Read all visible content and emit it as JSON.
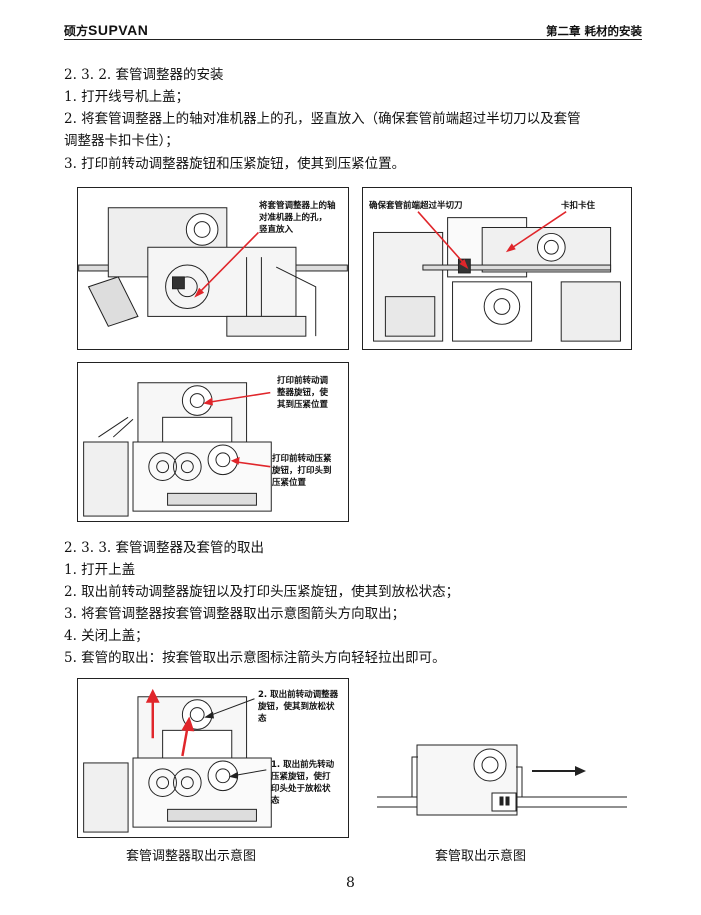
{
  "header": {
    "brand_cn": "硕方",
    "brand_latin": "SUPVAN",
    "chapter": "第二章  耗材的安装"
  },
  "section_232": {
    "title": "2. 3. 2.  套管调整器的安装",
    "step1": "1. 打开线号机上盖；",
    "step2_line1": "2. 将套管调整器上的轴对准机器上的孔，竖直放入（确保套管前端超过半切刀以及套管",
    "step2_line2": "调整器卡扣卡住）；",
    "step3": "3. 打印前转动调整器旋钮和压紧旋钮，使其到压紧位置。"
  },
  "figures": {
    "fig1_ann1_line1": "将套管调整器上的轴",
    "fig1_ann1_line2": "对准机器上的孔，",
    "fig1_ann1_line3": "竖直放入",
    "fig2_ann1": "确保套管前端超过半切刀",
    "fig2_ann2": "卡扣卡住",
    "fig3_ann1_line1": "打印前转动调",
    "fig3_ann1_line2": "整器旋钮，使",
    "fig3_ann1_line3": "其到压紧位置",
    "fig3_ann2_line1": "打印前转动压紧",
    "fig3_ann2_line2": "旋钮，打印头到",
    "fig3_ann2_line3": "压紧位置",
    "fig4_ann1_line1": "2. 取出前转动调整器",
    "fig4_ann1_line2": "旋钮，使其到放松状",
    "fig4_ann1_line3": "态",
    "fig4_ann2_line1": "1. 取出前先转动",
    "fig4_ann2_line2": "压紧旋钮，使打",
    "fig4_ann2_line3": "印头处于放松状",
    "fig4_ann2_line4": "态"
  },
  "section_233": {
    "title": "2. 3. 3.  套管调整器及套管的取出",
    "step1": "1. 打开上盖",
    "step2": "2. 取出前转动调整器旋钮以及打印头压紧旋钮，使其到放松状态；",
    "step3": "3. 将套管调整器按套管调整器取出示意图箭头方向取出；",
    "step4": "4. 关闭上盖；",
    "step5": "5. 套管的取出：按套管取出示意图标注箭头方向轻轻拉出即可。"
  },
  "captions": {
    "left": "套管调整器取出示意图",
    "right": "套管取出示意图"
  },
  "page_number": "8",
  "colors": {
    "arrow": "#e0262b",
    "ink": "#222222"
  }
}
